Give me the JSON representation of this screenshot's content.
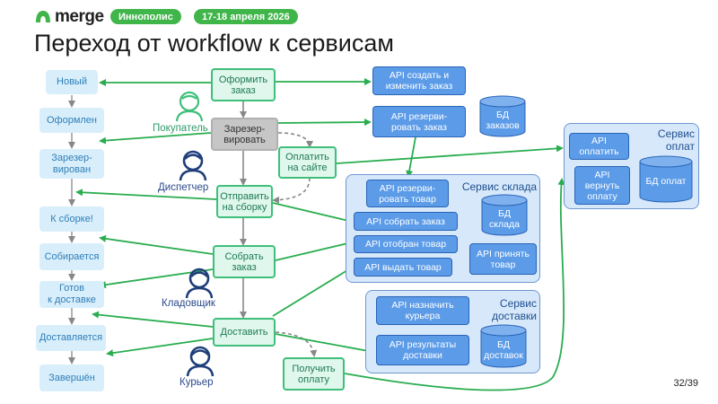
{
  "header": {
    "logo_text": "merge",
    "badge_city": "Иннополис",
    "badge_date": "17-18 апреля 2026",
    "title": "Переход от workflow к сервисам"
  },
  "states": [
    "Новый",
    "Оформлен",
    "Зарезер-\nвирован",
    "К сборке!",
    "Собирается",
    "Готов\nк доставке",
    "Доставляется",
    "Завершён"
  ],
  "process": {
    "checkout": "Оформить\nзаказ",
    "reserve": "Зарезер-\nвировать",
    "pay": "Оплатить\nна сайте",
    "send": "Отправить\nна сборку",
    "assemble": "Собрать\nзаказ",
    "deliver": "Доставить",
    "receive_payment": "Получить\nоплату"
  },
  "roles": {
    "buyer": "Покупатель",
    "dispatcher": "Диспетчер",
    "storekeeper": "Кладовщик",
    "courier": "Курьер"
  },
  "apis": {
    "create_order": "API создать и\nизменить заказ",
    "reserve_order": "API резерви-\nровать заказ",
    "pay": "API\nоплатить",
    "refund": "API\nвернуть\nоплату",
    "reserve_goods": "API резерви-\nровать товар",
    "collect_order": "API собрать заказ",
    "goods_picked": "API отобран товар",
    "issue_goods": "API выдать товар",
    "accept_goods": "API принять\nтовар",
    "assign_courier": "API назначить\nкурьера",
    "delivery_results": "API результаты\nдоставки"
  },
  "databases": {
    "orders": "БД\nзаказов",
    "warehouse": "БД\nсклада",
    "payments": "БД оплат",
    "delivery": "БД\nдоставок"
  },
  "services": {
    "warehouse": "Сервис склада",
    "payments": "Сервис\nоплат",
    "delivery": "Сервис\nдоставки"
  },
  "colors": {
    "accent_green": "#3fb54a",
    "flow_green": "#29ad4f",
    "api_blue": "#5b9be8",
    "state_blue": "#d9eefb"
  },
  "page": "32/39"
}
